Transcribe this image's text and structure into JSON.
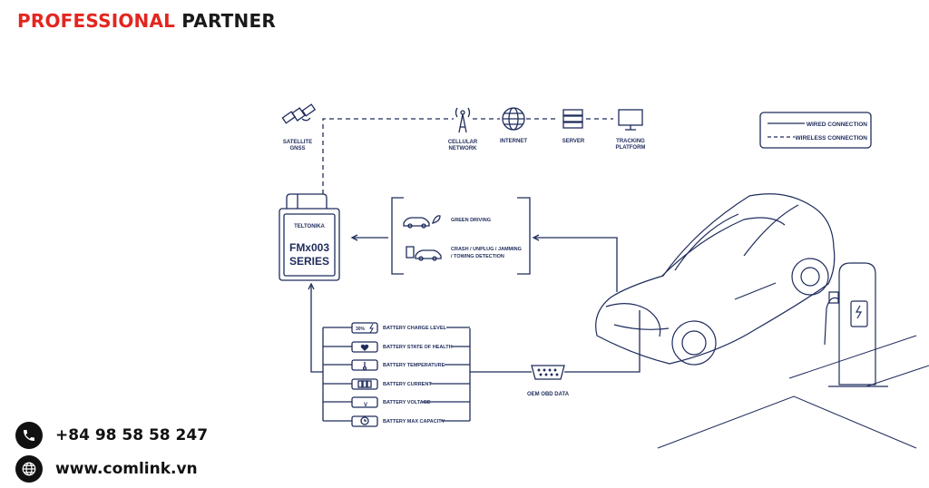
{
  "header": {
    "brand_red": "PROFESSIONAL",
    "brand_dark": "PARTNER"
  },
  "contact": {
    "phone": "+84 98 58 58 247",
    "website": "www.comlink.vn"
  },
  "diagram": {
    "nodes": {
      "satellite": "SATELLITE",
      "satellite_sub": "GNSS",
      "cellular": "CELLULAR",
      "cellular_sub": "NETWORK",
      "internet": "INTERNET",
      "server": "SERVER",
      "tracking": "TRACKING",
      "tracking_sub": "PLATFORM",
      "obd": "OEM OBD DATA"
    },
    "device": {
      "brand": "TELTONIKA",
      "model": "FMx003",
      "series": "SERIES"
    },
    "legend": {
      "wired": "WIRED CONNECTION",
      "wireless": "WIRELESS CONNECTION"
    },
    "events": {
      "green_driving": "GREEN DRIVING",
      "crash_line1": "CRASH / UNPLUG / JAMMING",
      "crash_line2": "/ TOWING DETECTION"
    },
    "battery": {
      "charge_badge": "30%",
      "items": [
        "BATTERY CHARGE LEVEL",
        "BATTERY STATE OF HEALTH",
        "BATTERY TEMPERATURE",
        "BATTERY CURRENT",
        "BATTERY VOLTAGE",
        "BATTERY MAX CAPACITY"
      ]
    }
  },
  "colors": {
    "accent": "#e3261f",
    "line": "#1f2c5c"
  }
}
